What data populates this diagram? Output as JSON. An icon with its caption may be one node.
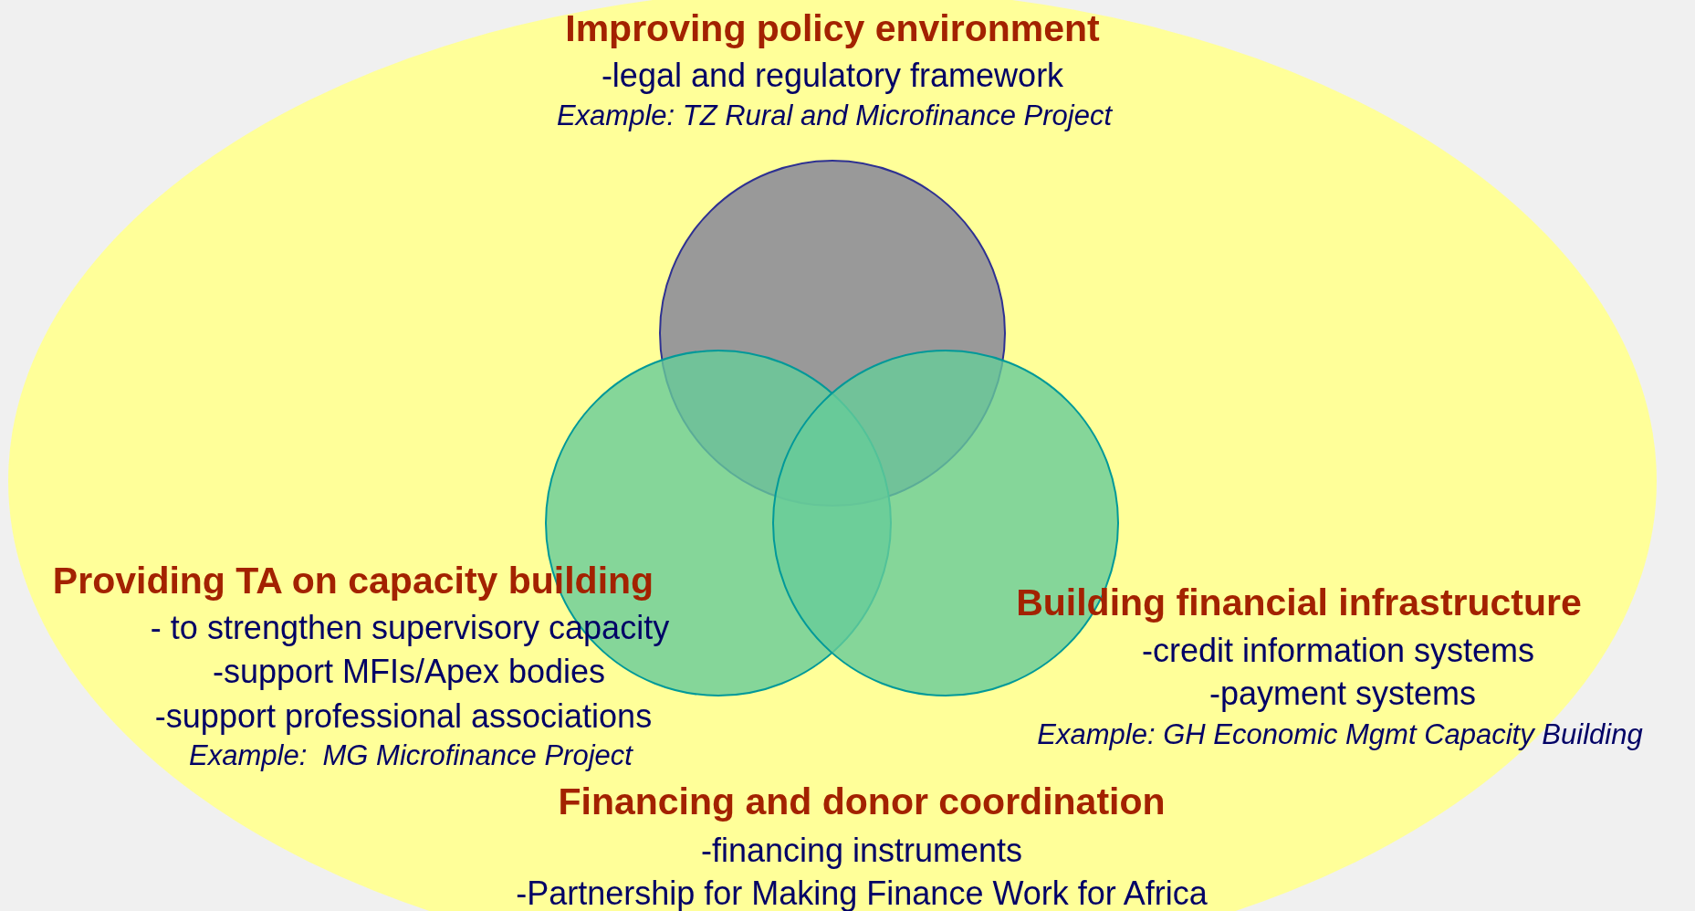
{
  "diagram": {
    "nodes": [
      {
        "text": [],
        "shape": "ellipse"
      },
      {
        "text": [],
        "shape": "circle",
        "in": 0,
        "beside": [
          "Improving policy environment",
          "-legal and regulatory framework",
          "Example: TZ Rural and Microfinance Project"
        ]
      },
      {
        "text": [],
        "shape": "circle",
        "in": 0,
        "beside": [
          "Providing TA on capacity building",
          "- to strengthen supervisory capacity",
          "-support MFIs/Apex bodies",
          "-support professional associations",
          "Example:  MG Microfinance Project"
        ]
      },
      {
        "text": [],
        "shape": "circle",
        "in": 0,
        "beside": [
          "Building financial infrastructure",
          "-credit information systems",
          "-payment systems",
          "Example: GH Economic Mgmt Capacity Building"
        ]
      }
    ],
    "labels": [
      "Financing and donor coordination",
      "-financing instruments",
      "-Partnership for Making Finance Work for Africa"
    ]
  }
}
